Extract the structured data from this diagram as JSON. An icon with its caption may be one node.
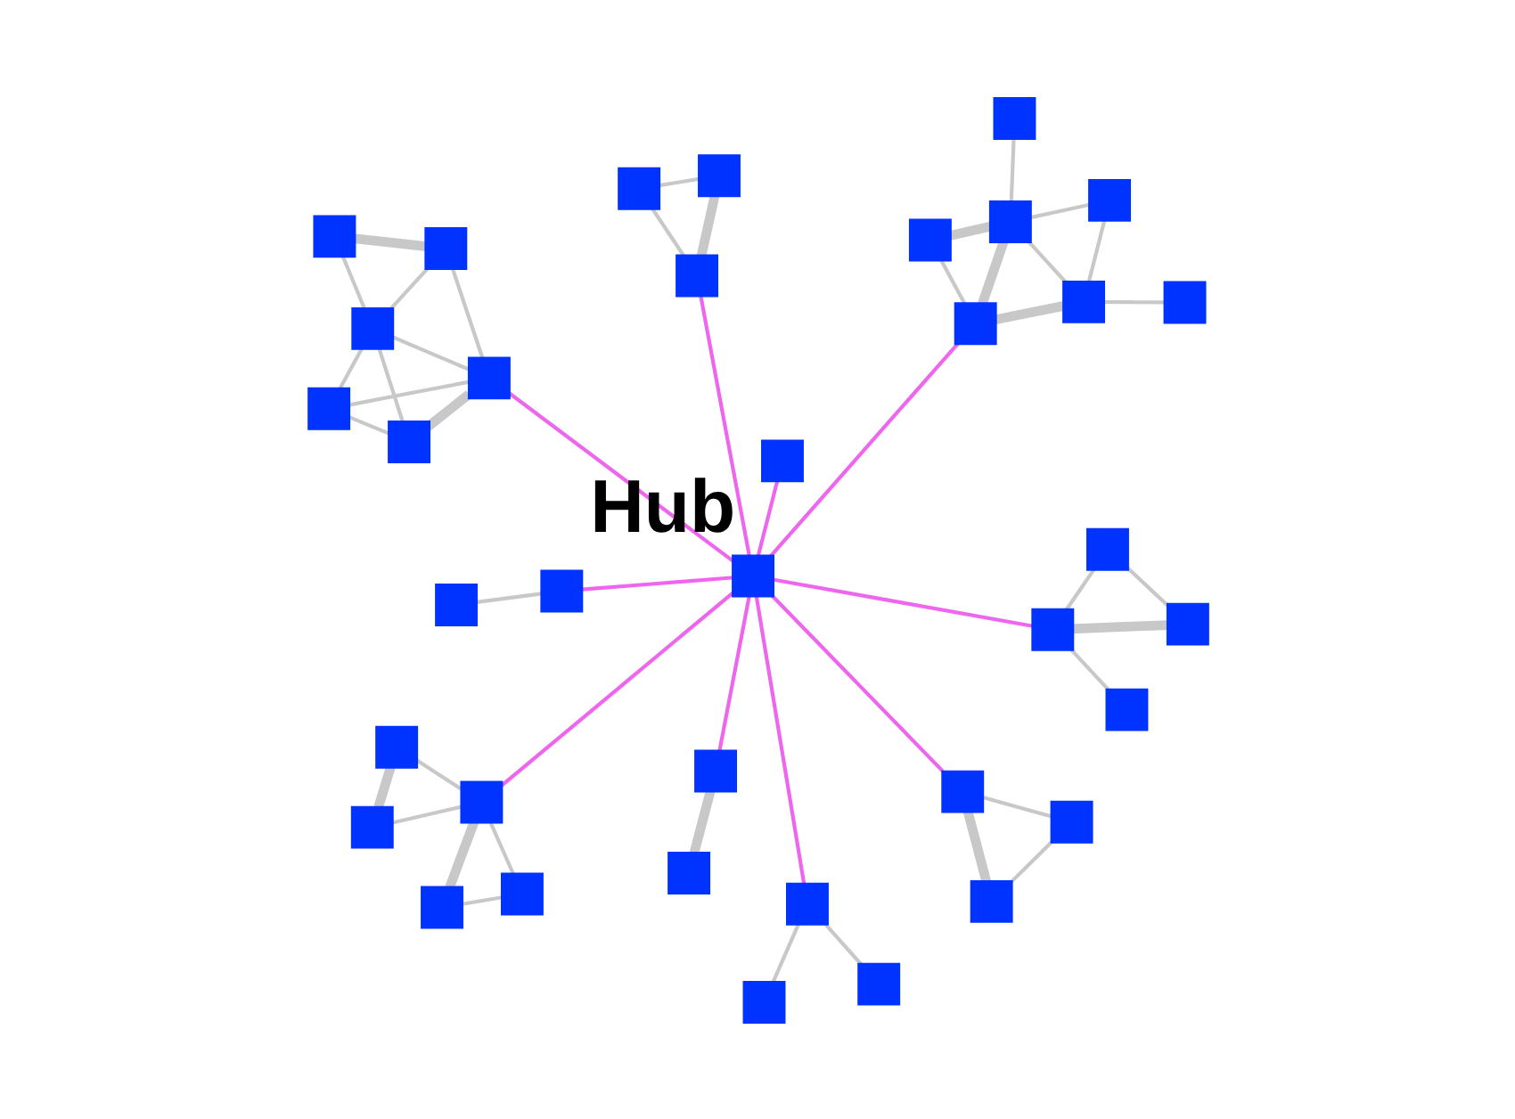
{
  "diagram": {
    "nodes": [
      {
        "text": [],
        "shape": "box",
        "beside": [
          "Hub"
        ]
      },
      {
        "text": [],
        "shape": "box"
      },
      {
        "text": [],
        "shape": "box"
      },
      {
        "text": [],
        "shape": "box"
      },
      {
        "text": [],
        "shape": "box"
      },
      {
        "text": [],
        "shape": "box"
      },
      {
        "text": [],
        "shape": "box"
      },
      {
        "text": [],
        "shape": "box"
      },
      {
        "text": [],
        "shape": "box"
      },
      {
        "text": [],
        "shape": "box"
      },
      {
        "text": [],
        "shape": "box"
      },
      {
        "text": [],
        "shape": "box"
      },
      {
        "text": [],
        "shape": "box"
      },
      {
        "text": [],
        "shape": "box"
      },
      {
        "text": [],
        "shape": "box"
      },
      {
        "text": [],
        "shape": "box"
      },
      {
        "text": [],
        "shape": "box"
      },
      {
        "text": [],
        "shape": "box"
      },
      {
        "text": [],
        "shape": "box"
      },
      {
        "text": [],
        "shape": "box"
      },
      {
        "text": [],
        "shape": "box"
      },
      {
        "text": [],
        "shape": "box"
      },
      {
        "text": [],
        "shape": "box"
      },
      {
        "text": [],
        "shape": "box"
      },
      {
        "text": [],
        "shape": "box"
      },
      {
        "text": [],
        "shape": "box"
      },
      {
        "text": [],
        "shape": "box"
      },
      {
        "text": [],
        "shape": "box"
      },
      {
        "text": [],
        "shape": "box"
      },
      {
        "text": [],
        "shape": "box"
      },
      {
        "text": [],
        "shape": "box"
      },
      {
        "text": [],
        "shape": "box"
      },
      {
        "text": [],
        "shape": "box"
      },
      {
        "text": [],
        "shape": "box"
      },
      {
        "text": [],
        "shape": "box"
      },
      {
        "text": [],
        "shape": "box"
      },
      {
        "text": [],
        "shape": "box"
      }
    ],
    "edges": [
      {
        "from": 0,
        "to": 4,
        "arrow": "none",
        "color": "#ee66ee"
      },
      {
        "from": 0,
        "to": 5,
        "arrow": "none",
        "color": "#ee66ee"
      },
      {
        "from": 0,
        "to": 12,
        "arrow": "none",
        "color": "#ee66ee"
      },
      {
        "from": 0,
        "to": 16,
        "arrow": "none",
        "color": "#ee66ee"
      },
      {
        "from": 0,
        "to": 17,
        "arrow": "none",
        "color": "#ee66ee"
      },
      {
        "from": 0,
        "to": 25,
        "arrow": "none",
        "color": "#ee66ee"
      },
      {
        "from": 0,
        "to": 27,
        "arrow": "none",
        "color": "#ee66ee"
      },
      {
        "from": 0,
        "to": 28,
        "arrow": "none",
        "color": "#ee66ee"
      },
      {
        "from": 0,
        "to": 32,
        "arrow": "none",
        "color": "#ee66ee"
      },
      {
        "from": 0,
        "to": 36,
        "arrow": "none",
        "color": "#ee66ee"
      },
      {
        "from": 1,
        "to": 4,
        "arrow": "none"
      },
      {
        "from": 1,
        "to": 9,
        "arrow": "none"
      },
      {
        "from": 4,
        "to": 9,
        "arrow": "none",
        "style": "thick"
      },
      {
        "from": 2,
        "to": 5,
        "arrow": "none"
      },
      {
        "from": 2,
        "to": 3,
        "arrow": "none",
        "style": "thick"
      },
      {
        "from": 3,
        "to": 5,
        "arrow": "none"
      },
      {
        "from": 6,
        "to": 5,
        "arrow": "none",
        "style": "thick"
      },
      {
        "from": 6,
        "to": 8,
        "arrow": "none"
      },
      {
        "from": 8,
        "to": 5,
        "arrow": "none"
      },
      {
        "from": 7,
        "to": 12,
        "arrow": "none"
      },
      {
        "from": 12,
        "to": 11,
        "arrow": "none"
      },
      {
        "from": 12,
        "to": 14,
        "arrow": "none",
        "style": "thick"
      },
      {
        "from": 11,
        "to": 14,
        "arrow": "none"
      },
      {
        "from": 10,
        "to": 16,
        "arrow": "none"
      },
      {
        "from": 16,
        "to": 13,
        "arrow": "none"
      },
      {
        "from": 15,
        "to": 21,
        "arrow": "none"
      },
      {
        "from": 15,
        "to": 17,
        "arrow": "none"
      },
      {
        "from": 15,
        "to": 19,
        "arrow": "none"
      },
      {
        "from": 18,
        "to": 17,
        "arrow": "none"
      },
      {
        "from": 18,
        "to": 21,
        "arrow": "none"
      },
      {
        "from": 18,
        "to": 23,
        "arrow": "none",
        "style": "thick"
      },
      {
        "from": 23,
        "to": 21,
        "arrow": "none"
      },
      {
        "from": 21,
        "to": 17,
        "arrow": "none"
      },
      {
        "from": 17,
        "to": 19,
        "arrow": "none",
        "style": "thick"
      },
      {
        "from": 21,
        "to": 19,
        "arrow": "none"
      },
      {
        "from": 20,
        "to": 24,
        "arrow": "none"
      },
      {
        "from": 22,
        "to": 24,
        "arrow": "none"
      },
      {
        "from": 22,
        "to": 29,
        "arrow": "none"
      },
      {
        "from": 24,
        "to": 25,
        "arrow": "none",
        "style": "thick"
      },
      {
        "from": 24,
        "to": 29,
        "arrow": "none"
      },
      {
        "from": 24,
        "to": 30,
        "arrow": "none",
        "style": "thick"
      },
      {
        "from": 25,
        "to": 29,
        "arrow": "none",
        "style": "thick"
      },
      {
        "from": 25,
        "to": 30,
        "arrow": "none"
      },
      {
        "from": 29,
        "to": 35,
        "arrow": "none"
      },
      {
        "from": 27,
        "to": 31,
        "arrow": "none"
      },
      {
        "from": 26,
        "to": 28,
        "arrow": "none",
        "style": "thick"
      },
      {
        "from": 26,
        "to": 33,
        "arrow": "none"
      },
      {
        "from": 28,
        "to": 33,
        "arrow": "none"
      },
      {
        "from": 32,
        "to": 34,
        "arrow": "none",
        "style": "thick"
      }
    ]
  }
}
